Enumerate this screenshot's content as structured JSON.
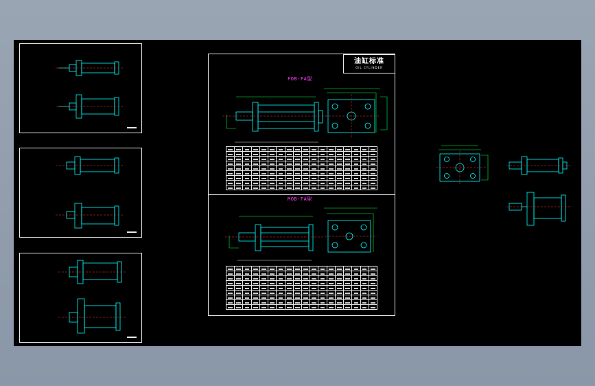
{
  "window": {
    "background": "#8f9bab",
    "canvas_color": "#000000"
  },
  "colors": {
    "cyan": "#00ffff",
    "red": "#ff3030",
    "green": "#00ff40",
    "magenta": "#ff40ff",
    "white": "#e8e8e8",
    "yellow": "#ffff40"
  },
  "left_sheets": [
    {
      "stamp": "\u0002 \u0002"
    },
    {
      "stamp": "\u0002 \u0002"
    },
    {
      "stamp": "\u0002 \u0002"
    }
  ],
  "main_sheet": {
    "title": "油缸标准",
    "subtitle": "OIL CYLINDER",
    "section_top": "FOB-FA型",
    "section_bottom": "MOB-FA型"
  },
  "table_top": {
    "rows": 9,
    "cols": 18
  },
  "table_bottom": {
    "rows": 9,
    "cols": 18
  }
}
